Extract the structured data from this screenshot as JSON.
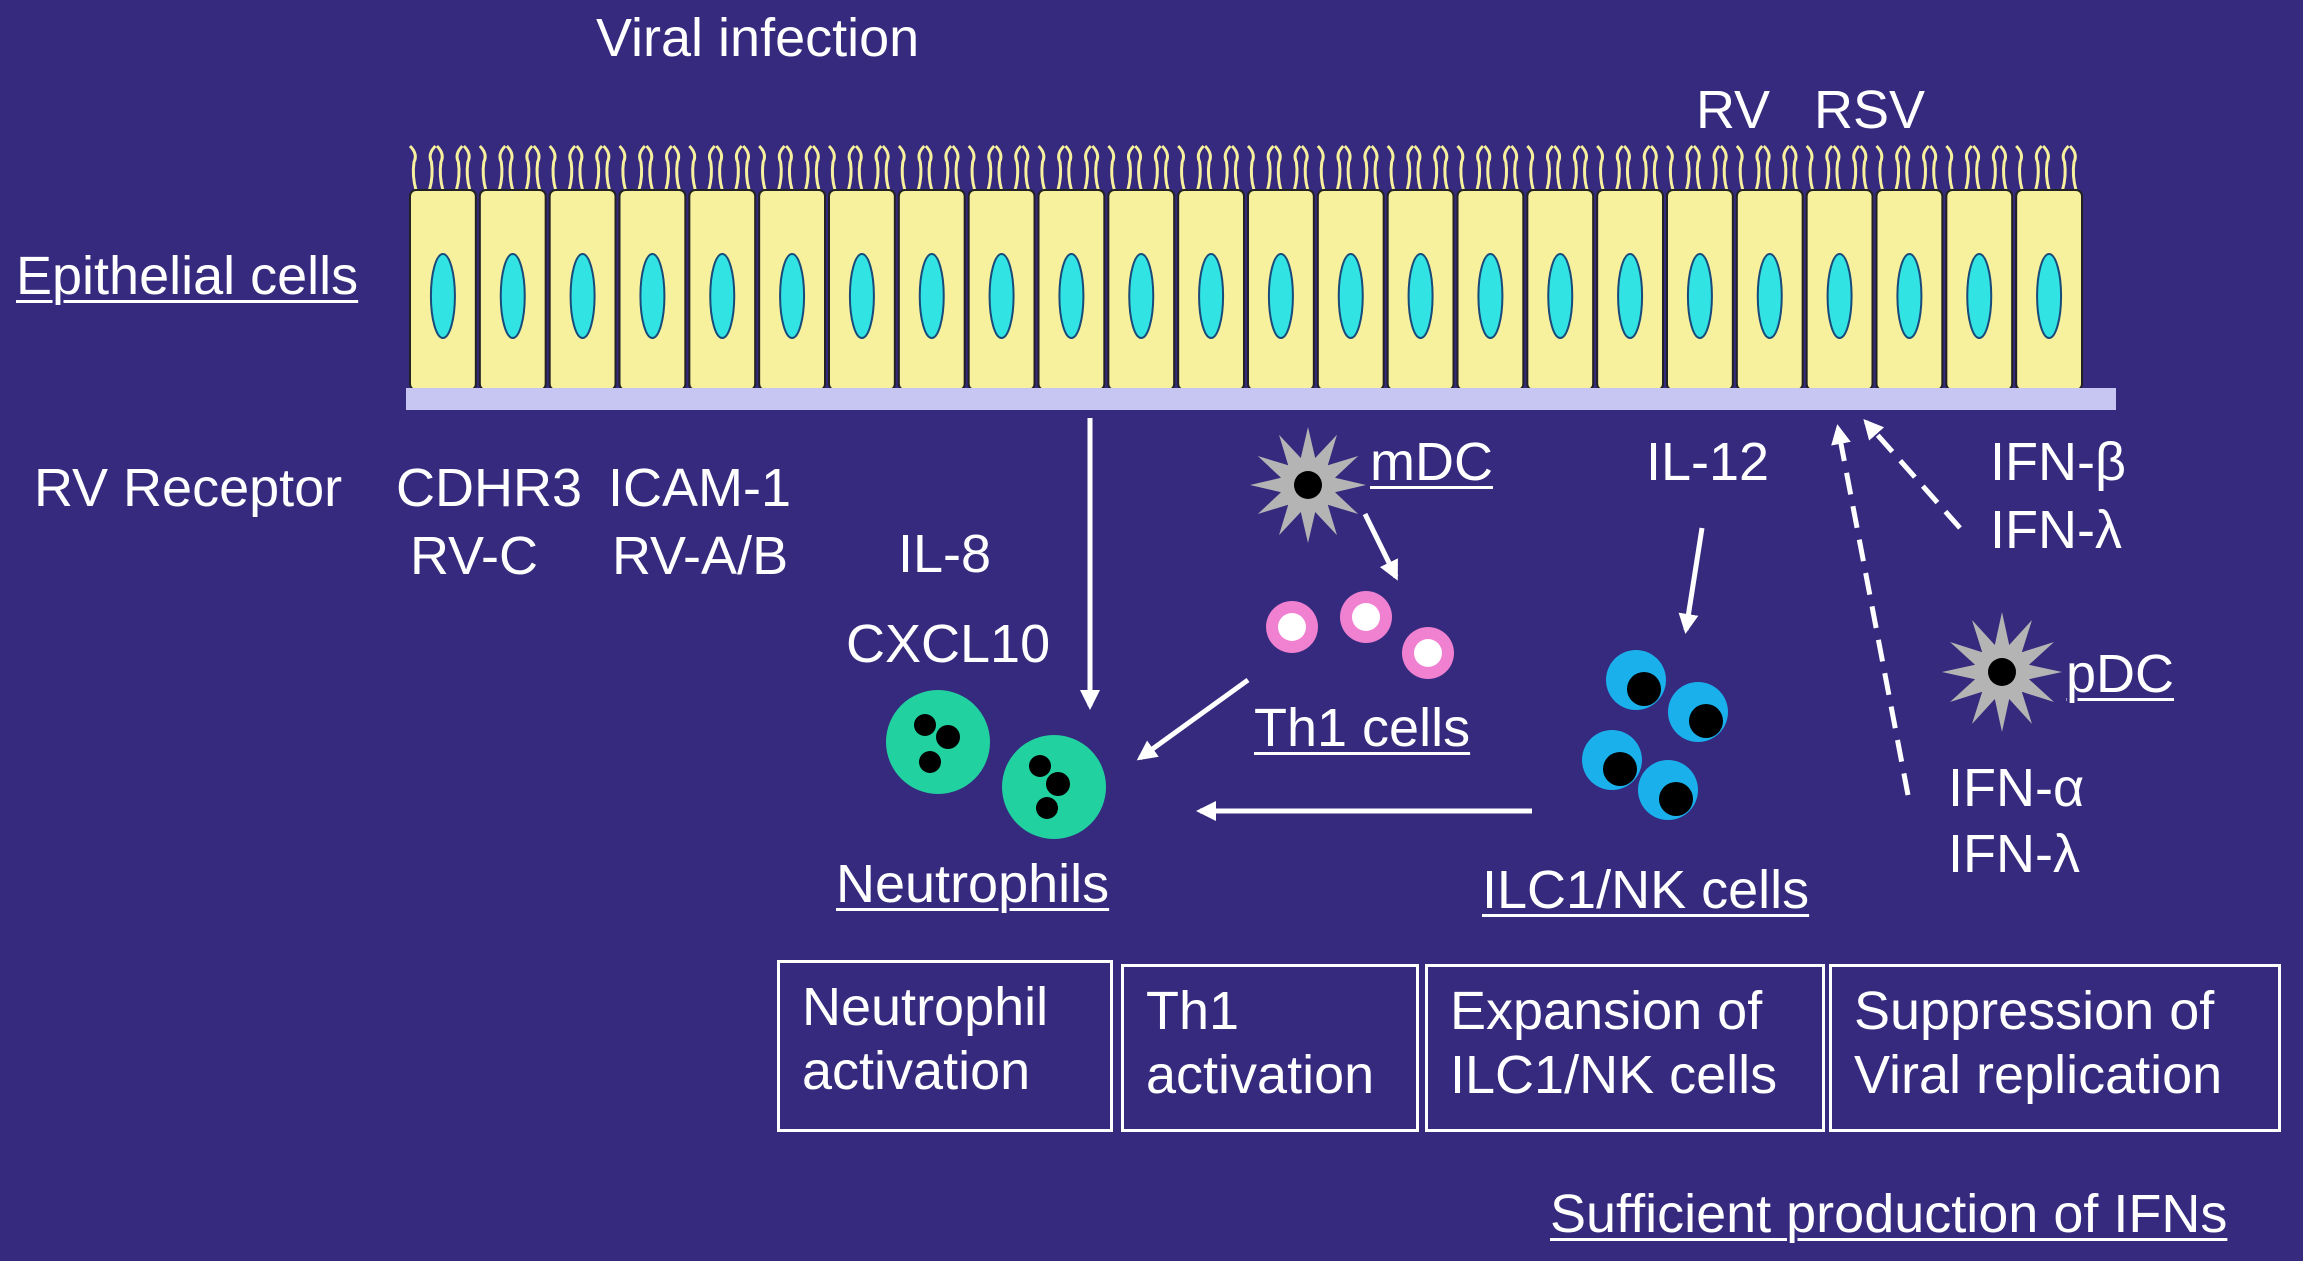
{
  "labels": {
    "viral_infection": "Viral infection",
    "rv": "RV",
    "rsv": "RSV",
    "epithelial_cells": "Epithelial cells",
    "rv_receptor": "RV Receptor",
    "cdhr3": "CDHR3",
    "rv_c": "RV-C",
    "icam1": "ICAM-1",
    "rv_ab": "RV-A/B",
    "il8": "IL-8",
    "cxcl10": "CXCL10",
    "mdc": "mDC",
    "il12": "IL-12",
    "ifn_beta": "IFN-β",
    "ifn_lambda_1": "IFN-λ",
    "th1_cells": "Th1 cells",
    "pdc": "pDC",
    "ifn_alpha": "IFN-α",
    "ifn_lambda_2": "IFN-λ",
    "neutrophils": "Neutrophils",
    "ilc1_nk_cells": "ILC1/NK cells",
    "sufficient_ifns": "Sufficient production of IFNs"
  },
  "boxes": [
    {
      "line1": "Neutrophil",
      "line2": "activation"
    },
    {
      "line1": "Th1",
      "line2": "activation"
    },
    {
      "line1": "Expansion of",
      "line2": "ILC1/NK cells"
    },
    {
      "line1": "Suppression of",
      "line2": "Viral replication"
    }
  ],
  "colors": {
    "background": "#352a7e",
    "epithelial_cell": "#f7f09c",
    "nucleus": "#31e3e3",
    "basement_membrane": "#c7c6f2",
    "neutrophil": "#22d1a0",
    "th1_cell": "#f080d0",
    "ilc1_nk_cell": "#1ab0ec",
    "dendritic_cell": "#b4b4b4",
    "text": "#ffffff"
  },
  "epithelium": {
    "cell_count": 24
  }
}
